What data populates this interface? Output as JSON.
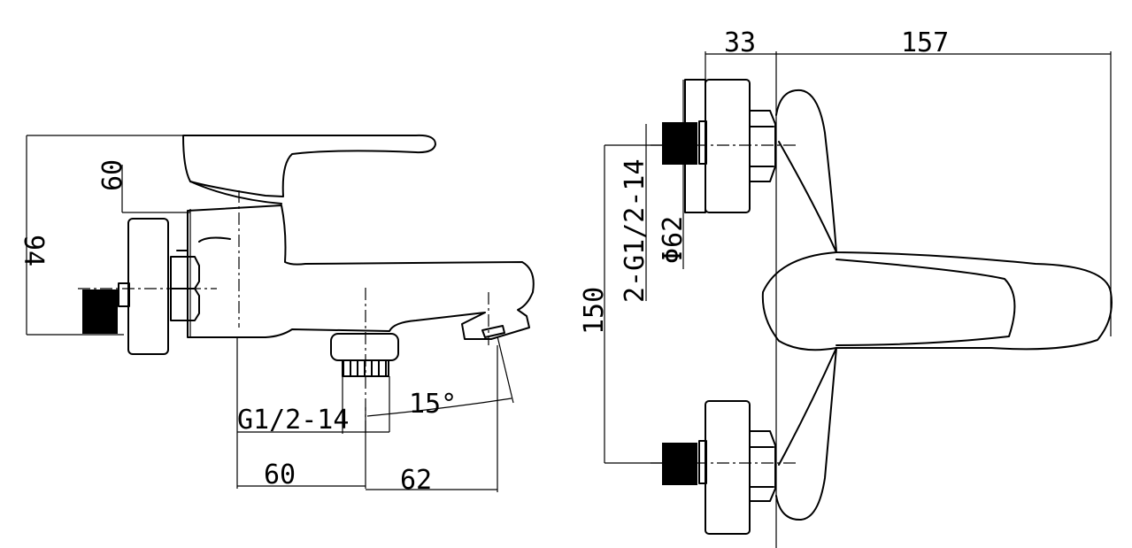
{
  "side_view": {
    "dim_height_total": "94",
    "dim_height_outlet": "60",
    "dim_inlet_offset": "60",
    "dim_spout_reach": "62",
    "thread_label": "G1/2-14",
    "spout_angle": "15°"
  },
  "front_view": {
    "dim_depth": "33",
    "dim_length": "157",
    "dim_centers": "150",
    "flange_diameter": "Φ62",
    "inlet_thread_label": "2-G1/2-14"
  }
}
